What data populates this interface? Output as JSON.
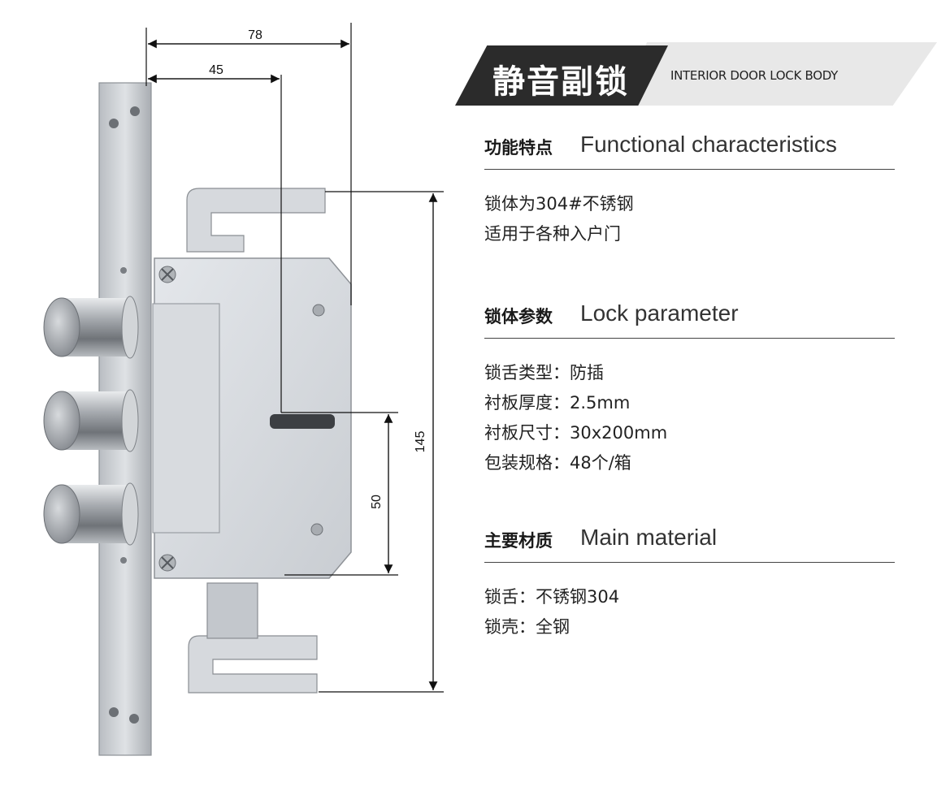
{
  "banner": {
    "title_cn": "静音副锁",
    "title_en": "INTERIOR DOOR LOCK BODY"
  },
  "dimensions": {
    "width_total": "78",
    "backset": "45",
    "height": "145",
    "center_distance": "50"
  },
  "sections": [
    {
      "title_cn": "功能特点",
      "title_en": "Functional characteristics",
      "lines": [
        "锁体为304#不锈钢",
        "适用于各种入户门"
      ]
    },
    {
      "title_cn": "锁体参数",
      "title_en": "Lock parameter",
      "lines": [
        "锁舌类型：防插",
        "衬板厚度：2.5mm",
        "衬板尺寸：30x200mm",
        "包装规格：48个/箱"
      ]
    },
    {
      "title_cn": "主要材质",
      "title_en": "Main material",
      "lines": [
        "锁舌：不锈钢304",
        "锁壳：全钢"
      ]
    }
  ]
}
